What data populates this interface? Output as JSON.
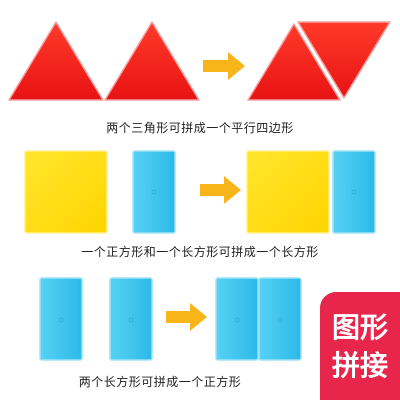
{
  "rows": [
    {
      "caption": "两个三角形可拼成一个平行四边形"
    },
    {
      "caption": "一个正方形和一个长方形可拼成一个长方形"
    },
    {
      "caption": "两个长方形可拼成一个正方形"
    }
  ],
  "badge": {
    "line1": "图形",
    "line2": "拼接",
    "color": "#e8264b"
  },
  "colors": {
    "triangle": "#f11c1c",
    "square": "#ffe01a",
    "rectangle": "#3fc7ee",
    "arrow": "#f7b51a"
  }
}
